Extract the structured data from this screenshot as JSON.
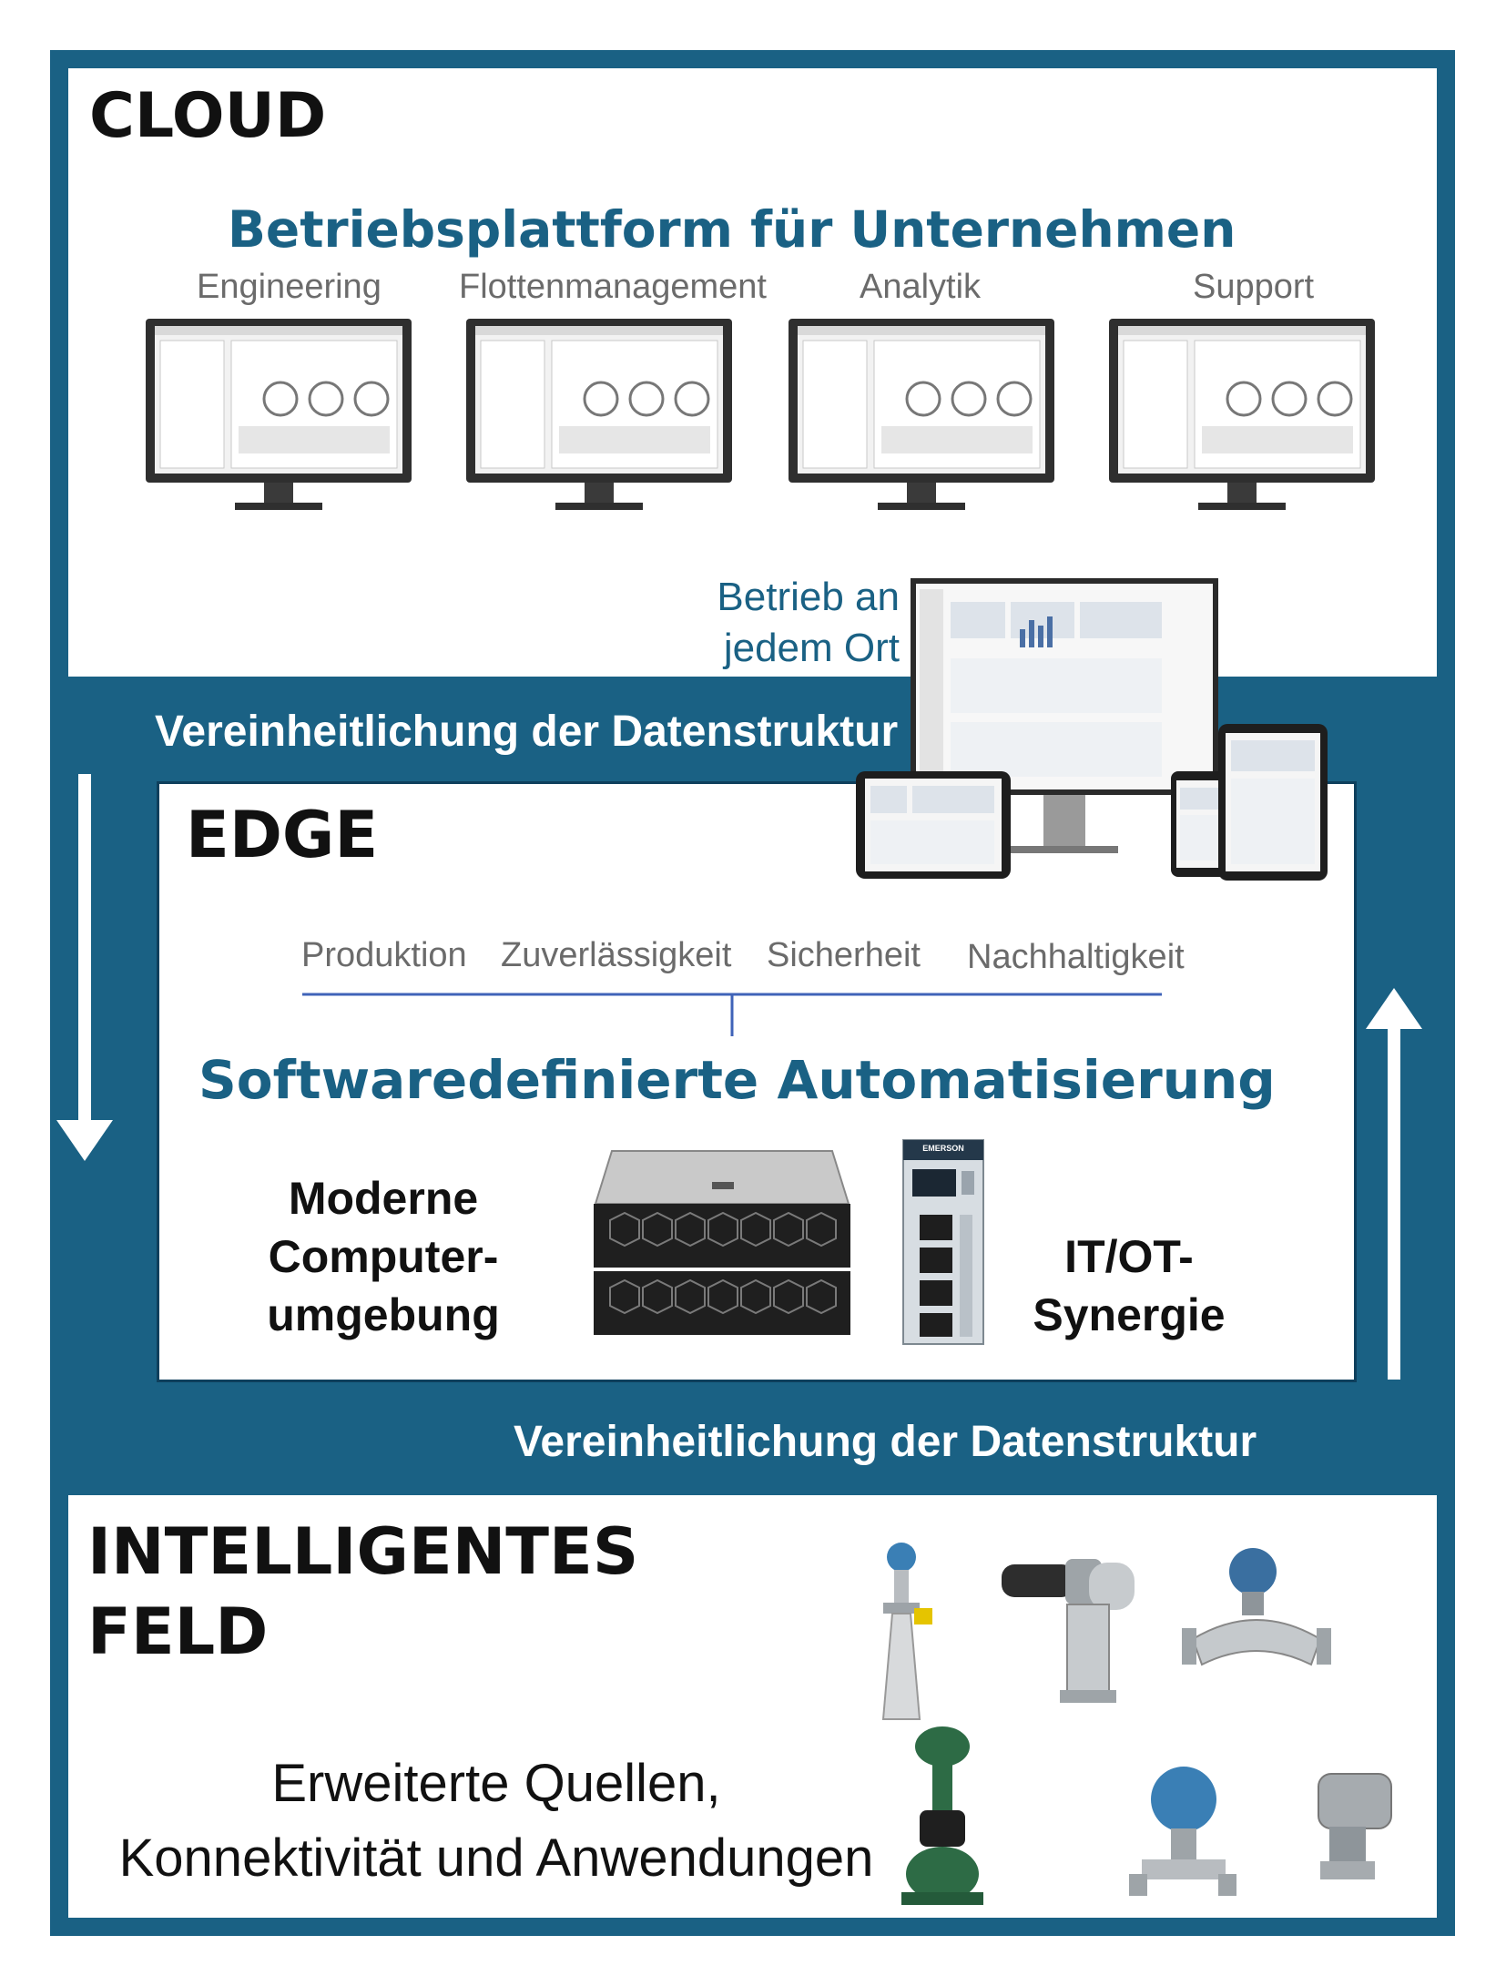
{
  "cloud": {
    "heading": "CLOUD",
    "title": "Betriebsplattform für Unternehmen",
    "modules": [
      {
        "label": "Engineering"
      },
      {
        "label": "Flottenmanagement"
      },
      {
        "label": "Analytik"
      },
      {
        "label": "Support"
      }
    ],
    "anywhere_line1": "Betrieb an",
    "anywhere_line2": "jedem Ort"
  },
  "bands": {
    "top": "Vereinheitlichung der Datenstruktur",
    "bottom": "Vereinheitlichung der Datenstruktur"
  },
  "edge": {
    "heading": "EDGE",
    "categories": [
      {
        "label": "Produktion"
      },
      {
        "label": "Zuverlässigkeit"
      },
      {
        "label": "Sicherheit"
      },
      {
        "label": "Nachhaltigkeit"
      }
    ],
    "title": "Softwaredefinierte Automatisierung",
    "left_line1": "Moderne",
    "left_line2": "Computer-",
    "left_line3": "umgebung",
    "right_line1": "IT/OT-",
    "right_line2": "Synergie",
    "controller_brand": "EMERSON"
  },
  "field": {
    "heading_line1": "INTELLIGENTES",
    "heading_line2": "FELD",
    "text_line1": "Erweiterte Quellen,",
    "text_line2": "Konnektivität und Anwendungen"
  },
  "colors": {
    "frame": "#1a6184",
    "accent": "#1a6184",
    "divider": "#3f63b8"
  }
}
